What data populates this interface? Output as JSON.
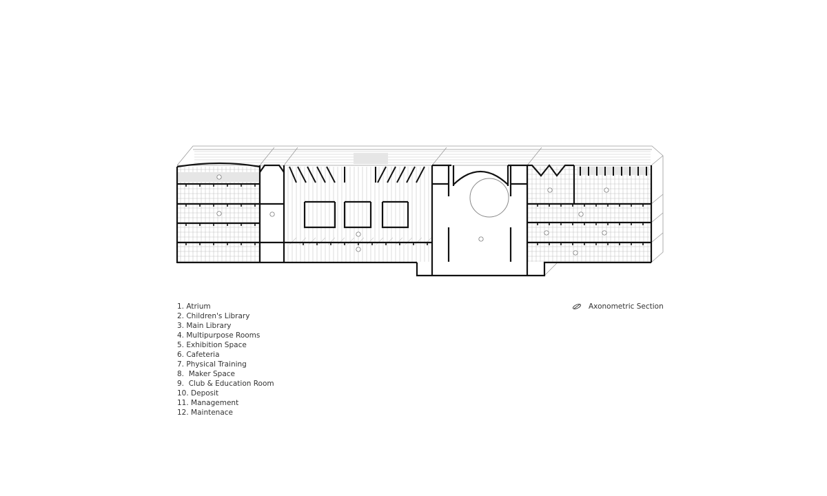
{
  "drawing": {
    "type": "axonometric architectural section",
    "line_color": "#111111",
    "detail_color": "#bdbdbd"
  },
  "legend": {
    "items": [
      "1. Atrium",
      "2. Children's Library",
      "3. Main Library",
      "4. Multipurpose Rooms",
      "5. Exhibition Space",
      "6. Cafeteria",
      "7. Physical Training",
      "8.  Maker Space",
      "9.  Club & Education Room",
      "10. Deposit",
      "11. Management",
      "12. Maintenace"
    ]
  },
  "caption": {
    "icon": "axonometric-view-icon",
    "label": "Axonometric Section"
  }
}
